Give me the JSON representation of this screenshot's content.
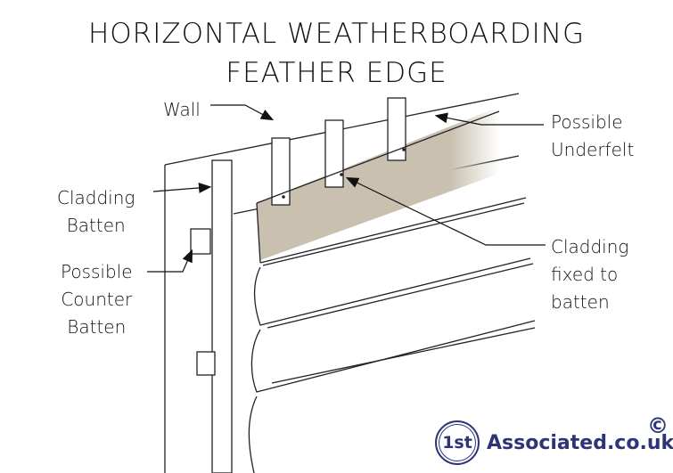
{
  "title": {
    "line1": "HORIZONTAL WEATHERBOARDING",
    "line2": "FEATHER EDGE"
  },
  "labels": {
    "wall": "Wall",
    "underfelt": [
      "Possible",
      "Underfelt"
    ],
    "cladding_batten": [
      "Cladding",
      "Batten"
    ],
    "counter_batten": [
      "Possible",
      "Counter",
      "Batten"
    ],
    "cladding_fixed": [
      "Cladding",
      "fixed to",
      "batten"
    ]
  },
  "logo": {
    "badge": "1st",
    "site": "Associated.co.uk",
    "copyright": "©"
  },
  "colors": {
    "underfelt": "#c9c0b0",
    "logo": "#2e3577"
  }
}
